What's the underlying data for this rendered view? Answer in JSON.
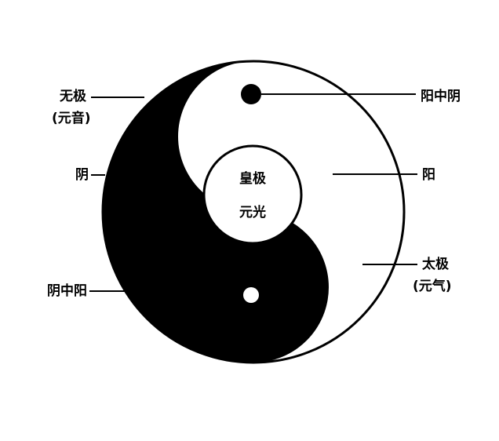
{
  "labels": {
    "wuji": "无极",
    "wuji_sub": "(元音)",
    "yin": "阴",
    "yin_in_yang": "阴中阳",
    "yang_in_yin": "阳中阴",
    "yang": "阳",
    "taiji": "太极",
    "taiji_sub": "(元气)",
    "huangji": "皇极",
    "yuanguang": "元光"
  },
  "colors": {
    "ink": "#000000",
    "paper": "#ffffff"
  }
}
